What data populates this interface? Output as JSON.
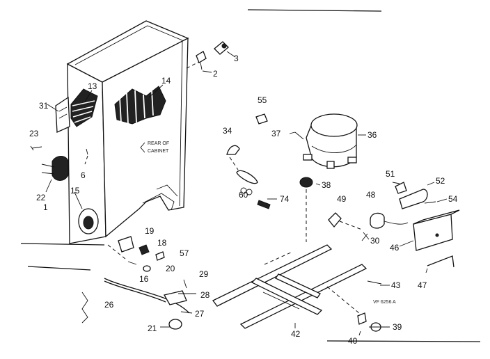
{
  "diagram": {
    "note_rear": [
      "REAR OF",
      "CABINET"
    ],
    "code": "VF 6256 A",
    "parts": {
      "p1": "1",
      "p2": "2",
      "p3": "3",
      "p6": "6",
      "p13": "13",
      "p14": "14",
      "p15": "15",
      "p16": "16",
      "p18": "18",
      "p19": "19",
      "p20": "20",
      "p21": "21",
      "p22": "22",
      "p23": "23",
      "p26": "26",
      "p27": "27",
      "p28": "28",
      "p29": "29",
      "p30": "30",
      "p31": "31",
      "p34": "34",
      "p36": "36",
      "p37": "37",
      "p38": "38",
      "p39": "39",
      "p40": "40",
      "p42": "42",
      "p43": "43",
      "p46": "46",
      "p47": "47",
      "p48": "48",
      "p49": "49",
      "p51": "51",
      "p52": "52",
      "p54": "54",
      "p55": "55",
      "p57": "57",
      "p60": "60",
      "p74": "74"
    }
  }
}
